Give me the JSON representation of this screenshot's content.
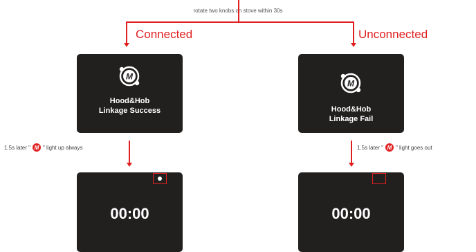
{
  "top_instruction": "rotate two knobs on stove within 30s",
  "branches": {
    "left": {
      "label": "Connected",
      "panel_line1": "Hood&Hob",
      "panel_line2": "Linkage Success",
      "note_prefix": "1.5s later \"",
      "note_suffix": "\" light up always",
      "clock": "00:00",
      "indicator_state": "on"
    },
    "right": {
      "label": "Unconnected",
      "panel_line1": "Hood&Hob",
      "panel_line2": "Linkage Fail",
      "note_prefix": "1.5s later \"",
      "note_suffix": "\" light goes out",
      "clock": "00:00",
      "indicator_state": "off"
    }
  },
  "colors": {
    "accent": "#e02020",
    "panel": "#221f1f"
  },
  "icons": {
    "logo": "m-linkage-logo-icon"
  }
}
